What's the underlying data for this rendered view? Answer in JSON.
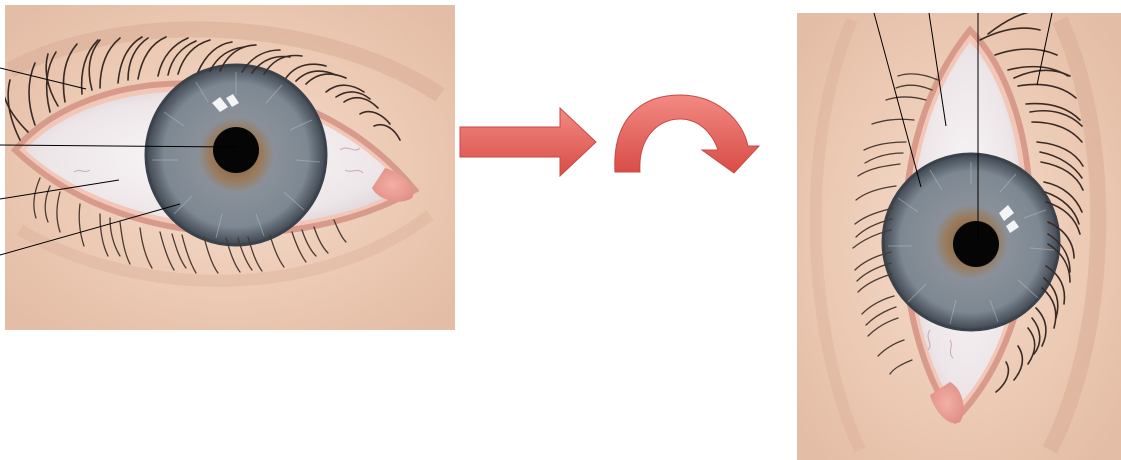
{
  "figure": {
    "panels": [
      {
        "id": "original-eye",
        "orientation": "horizontal",
        "labeled_parts": 4
      },
      {
        "id": "rotated-eye",
        "orientation": "vertical",
        "labeled_parts": 4
      }
    ],
    "arrows": [
      {
        "kind": "straight-arrow",
        "direction": "right"
      },
      {
        "kind": "curved-arrow",
        "direction": "clockwise"
      }
    ],
    "colors": {
      "arrow": "#e8605a",
      "iris": "#7d8892",
      "pupil": "#050505",
      "skin": "#f0d1bd",
      "sclera": "#f1eeef",
      "lash": "#3a2a24",
      "leader_line": "#000000"
    }
  }
}
